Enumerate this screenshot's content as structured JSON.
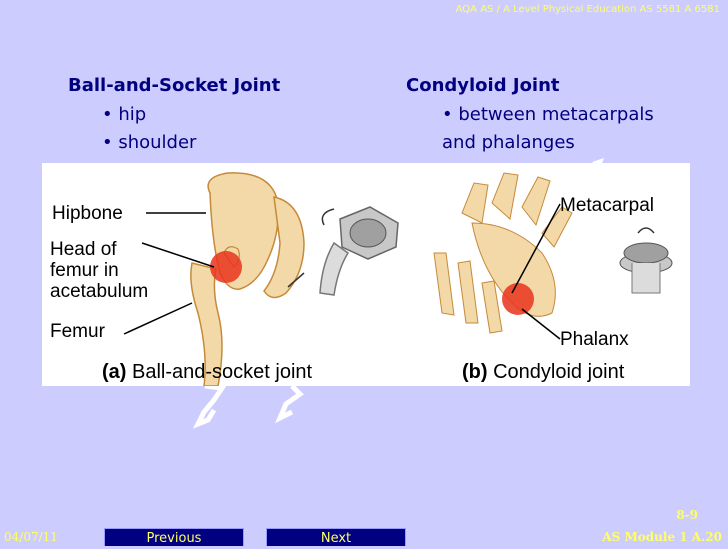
{
  "header": {
    "reference": "AQA AS / A Level Physical Education AS 5581 A 6581"
  },
  "left_column": {
    "title": "Ball-and-Socket Joint",
    "bullets": [
      "• hip",
      "• shoulder"
    ]
  },
  "right_column": {
    "title": "Condyloid Joint",
    "bullets": [
      "• between metacarpals",
      "and phalanges"
    ]
  },
  "figure": {
    "labels": {
      "hipbone": "Hipbone",
      "head_of_femur": [
        "Head of",
        "femur in",
        "acetabulum"
      ],
      "femur": "Femur",
      "metacarpal": "Metacarpal",
      "phalanx": "Phalanx"
    },
    "caption_a": {
      "letter": "(a)",
      "text": "Ball-and-socket joint"
    },
    "caption_b": {
      "letter": "(b)",
      "text": "Condyloid joint"
    }
  },
  "footer": {
    "date": "04/07/11",
    "slide_number": "8-9",
    "module": "AS Module 1 A.20",
    "previous_label": "Previous",
    "next_label": "Next"
  },
  "colors": {
    "background": "#ccccff",
    "text": "#000080",
    "accent": "#ffff66",
    "highlight": "#e8341c"
  }
}
